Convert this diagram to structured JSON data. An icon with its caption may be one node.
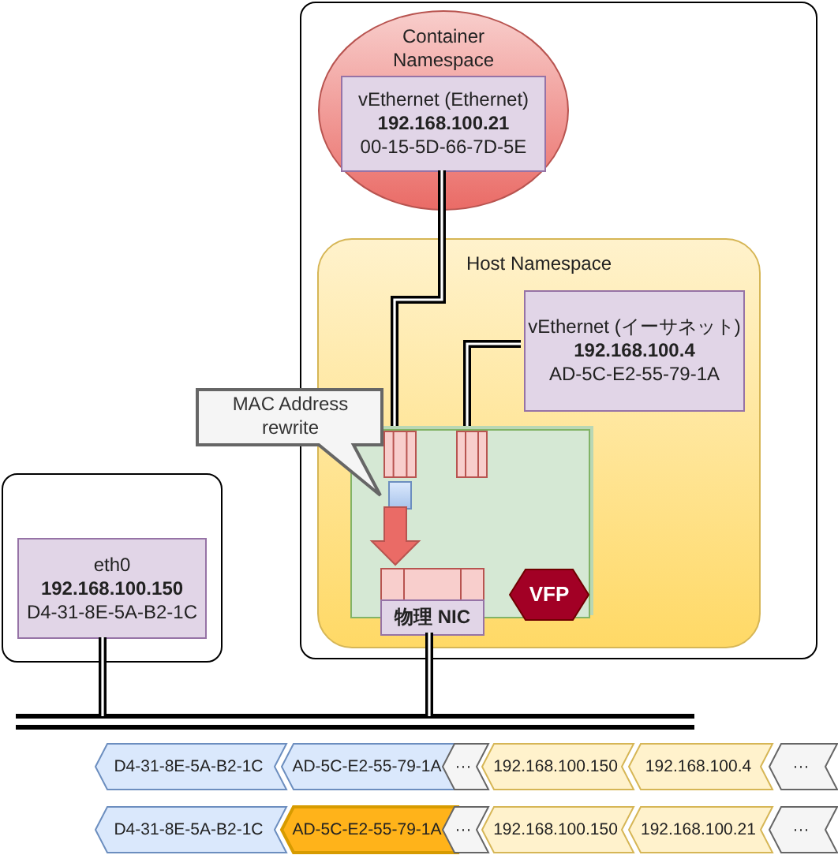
{
  "diagram": {
    "nodes": [
      {
        "text": [],
        "shape": "box"
      },
      {
        "text": [
          "Container Namespace"
        ],
        "in": 0
      },
      {
        "text": [
          "vEthernet (Ethernet)",
          "192.168.100.21",
          "00-15-5D-66-7D-5E"
        ],
        "in": 1
      },
      {
        "text": [
          "Host Namespace"
        ],
        "in": 0
      },
      {
        "text": [
          "vEthernet (イーサネット)",
          "192.168.100.4",
          "AD-5C-E2-55-79-1A"
        ],
        "in": 3
      },
      {
        "text": [],
        "shape": "box",
        "in": 3
      },
      {
        "text": [],
        "shape": "box",
        "in": 5
      },
      {
        "text": [],
        "shape": "box",
        "in": 5
      },
      {
        "text": [],
        "shape": "box",
        "in": 5
      },
      {
        "text": [
          "物理 NIC"
        ],
        "in": 3
      },
      {
        "text": [
          "VFP"
        ],
        "in": 5
      },
      {
        "text": [
          "MAC Address rewrite"
        ]
      },
      {
        "text": [],
        "shape": "box"
      },
      {
        "text": [
          "eth0",
          "192.168.100.150",
          "D4-31-8E-5A-B2-1C"
        ],
        "in": 12
      },
      {
        "text": [],
        "shape": "bar"
      },
      {
        "text": [
          "D4-31-8E-5A-B2-1C"
        ]
      },
      {
        "text": [
          "AD-5C-E2-55-79-1A"
        ]
      },
      {
        "text": [
          "···"
        ]
      },
      {
        "text": [
          "192.168.100.150"
        ]
      },
      {
        "text": [
          "192.168.100.4"
        ]
      },
      {
        "text": [
          "···"
        ]
      },
      {
        "text": [
          "D4-31-8E-5A-B2-1C"
        ]
      },
      {
        "text": [
          "AD-5C-E2-55-79-1A"
        ]
      },
      {
        "text": [
          "···"
        ]
      },
      {
        "text": [
          "192.168.100.150"
        ]
      },
      {
        "text": [
          "192.168.100.21"
        ]
      },
      {
        "text": [
          "···"
        ]
      }
    ],
    "edges": [
      {
        "from": 2,
        "to": 6,
        "arrow": "none"
      },
      {
        "from": 4,
        "to": 7,
        "arrow": "none"
      },
      {
        "from": 8,
        "to": 9,
        "arrow": "to",
        "color": "#ea6b66"
      },
      {
        "from": 13,
        "to": 14,
        "arrow": "none"
      },
      {
        "from": 9,
        "to": 14,
        "arrow": "none"
      }
    ]
  }
}
